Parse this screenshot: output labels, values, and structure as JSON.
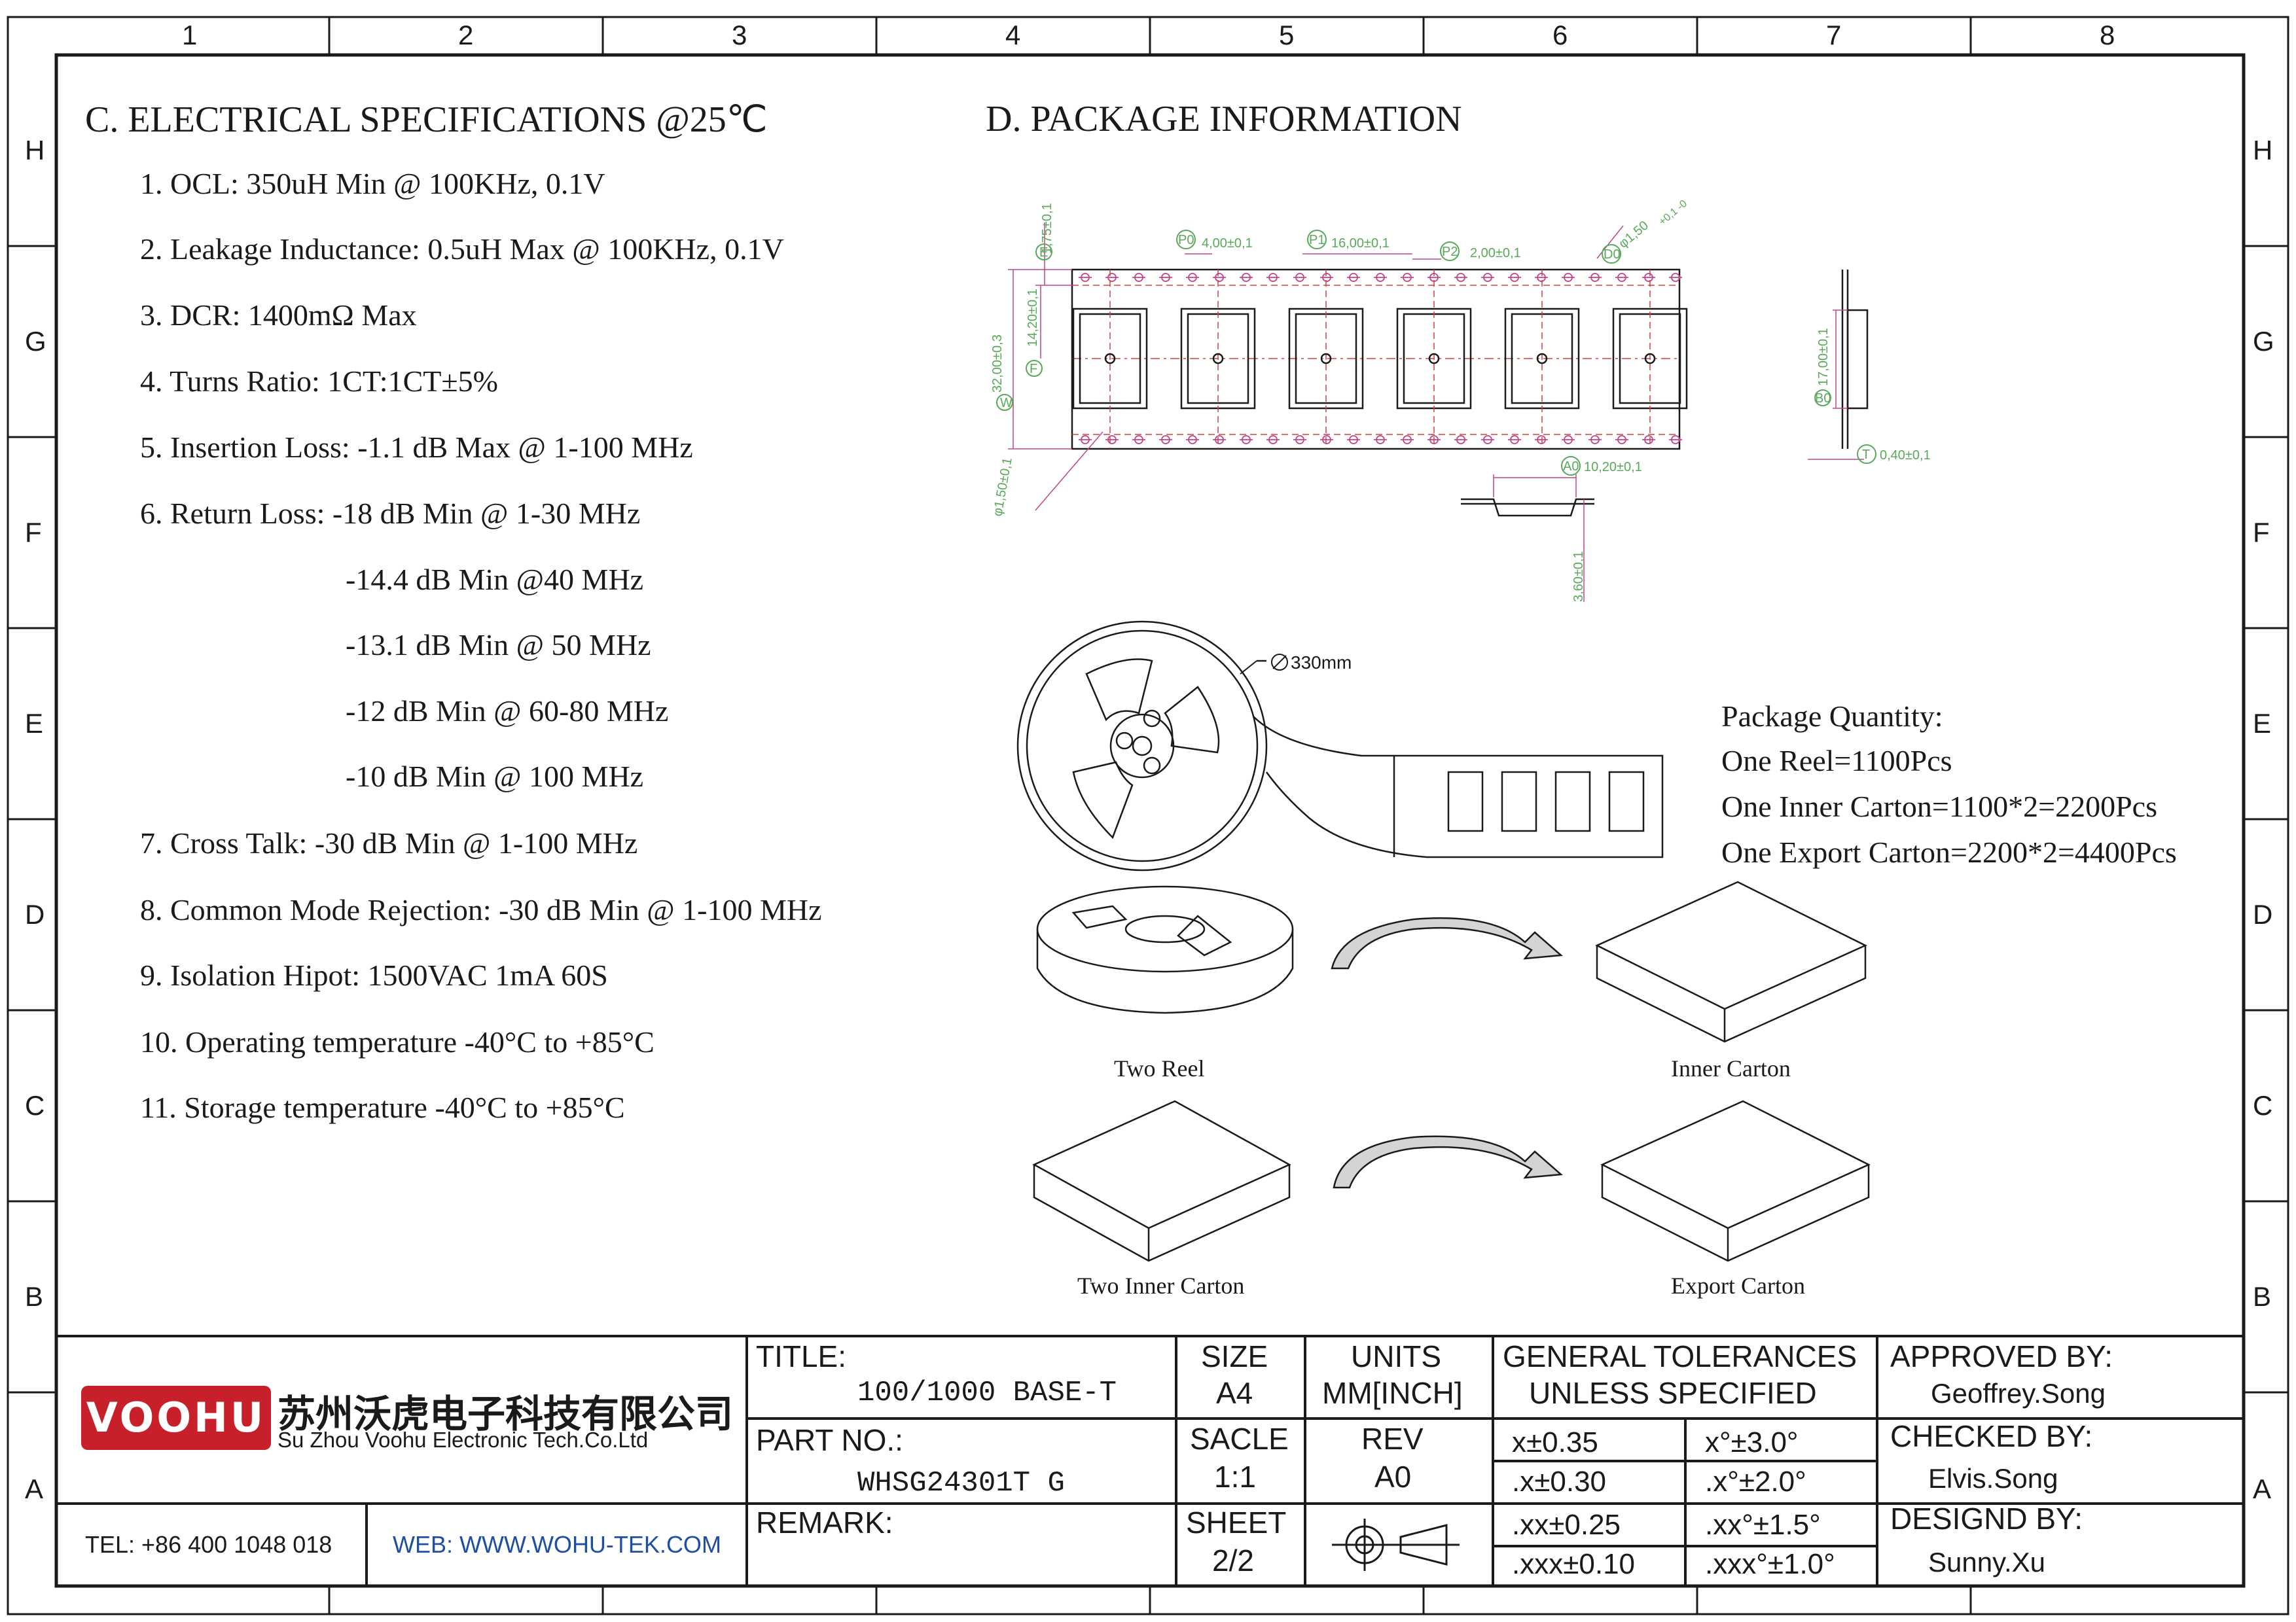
{
  "frame": {
    "col_labels": [
      "1",
      "2",
      "3",
      "4",
      "5",
      "6",
      "7",
      "8"
    ],
    "row_labels": [
      "H",
      "G",
      "F",
      "E",
      "D",
      "C",
      "B",
      "A"
    ]
  },
  "electrical": {
    "heading": "C. ELECTRICAL SPECIFICATIONS @25℃",
    "items": [
      "1. OCL: 350uH Min @ 100KHz, 0.1V",
      "2. Leakage Inductance: 0.5uH Max @ 100KHz, 0.1V",
      "3. DCR: 1400mΩ Max",
      "4. Turns Ratio: 1CT:1CT±5%",
      "5. Insertion Loss: -1.1 dB Max @ 1-100 MHz",
      "6. Return Loss: -18 dB Min @ 1-30 MHz",
      "-14.4 dB Min @40 MHz",
      "-13.1 dB Min @ 50 MHz",
      "-12 dB Min @ 60-80 MHz",
      "-10 dB Min @ 100 MHz",
      "7. Cross Talk: -30 dB Min @ 1-100 MHz",
      "8. Common Mode Rejection: -30 dB Min @ 1-100 MHz",
      "9. Isolation Hipot: 1500VAC 1mA 60S",
      "10. Operating temperature -40°C to +85°C",
      "11. Storage temperature -40°C to +85°C"
    ]
  },
  "package": {
    "heading": "D. PACKAGE INFORMATION",
    "dims": {
      "e": "1,75±0,1",
      "p0": "4,00±0,1",
      "p1": "16,00±0,1",
      "p2": "2,00±0,1",
      "d0": "φ1,50",
      "d0_tol": "+0,1\n-0",
      "w": "32,00±0,3",
      "f": "14,20±0,1",
      "d1": "φ1,50±0,1",
      "b0": "17,00±0,1",
      "t": "0,40±0,1",
      "a0": "10,20±0,1",
      "k0": "3,60±0,1",
      "badge_e": "E",
      "badge_p0": "P0",
      "badge_p1": "P1",
      "badge_p2": "P2",
      "badge_d0": "D0",
      "badge_w": "W",
      "badge_f": "F",
      "badge_b0": "B0",
      "badge_t": "T",
      "badge_a0": "A0"
    },
    "reel_diameter": "330mm",
    "quantity_title": "Package Quantity:",
    "quantity_lines": [
      "One Reel=1100Pcs",
      "One Inner Carton=1100*2=2200Pcs",
      "One Export Carton=2200*2=4400Pcs"
    ],
    "captions": {
      "two_reel": "Two  Reel",
      "inner_carton": "Inner Carton",
      "two_inner_carton": "Two  Inner Carton",
      "export_carton": "Export Carton"
    }
  },
  "titleblock": {
    "logo_text": "VOOHU",
    "company_cn": "苏州沃虎电子科技有限公司",
    "company_en": "Su Zhou Voohu Electronic Tech.Co.Ltd",
    "tel": "TEL: +86 400 1048 018",
    "web": "WEB: WWW.WOHU-TEK.COM",
    "title_label": "TITLE:",
    "title_value": "100/1000 BASE-T",
    "part_label": "PART NO.:",
    "part_value": "WHSG24301T G",
    "remark_label": "REMARK:",
    "size_label": "SIZE",
    "size_value": "A4",
    "units_label": "UNITS",
    "units_value": "MM[INCH]",
    "scale_label": "SACLE",
    "scale_value": "1:1",
    "rev_label": "REV",
    "rev_value": "A0",
    "sheet_label": "SHEET",
    "sheet_value": "2/2",
    "tol_title_1": "GENERAL TOLERANCES",
    "tol_title_2": "UNLESS SPECIFIED",
    "tolerances": [
      [
        "x±0.35",
        "x°±3.0°"
      ],
      [
        ".x±0.30",
        ".x°±2.0°"
      ],
      [
        ".xx±0.25",
        ".xx°±1.5°"
      ],
      [
        ".xxx±0.10",
        ".xxx°±1.0°"
      ]
    ],
    "approved_label": "APPROVED BY:",
    "approved_value": "Geoffrey.Song",
    "checked_label": "CHECKED BY:",
    "checked_value": "Elvis.Song",
    "designed_label": "DESIGND BY:",
    "designed_value": "Sunny.Xu"
  },
  "colors": {
    "line": "#1a1a1a",
    "dimension": "#5aa85a",
    "dimension_line": "#c0458a",
    "centerline": "#d04040",
    "logo_red": "#c8202a",
    "web_blue": "#1f4fa0"
  }
}
